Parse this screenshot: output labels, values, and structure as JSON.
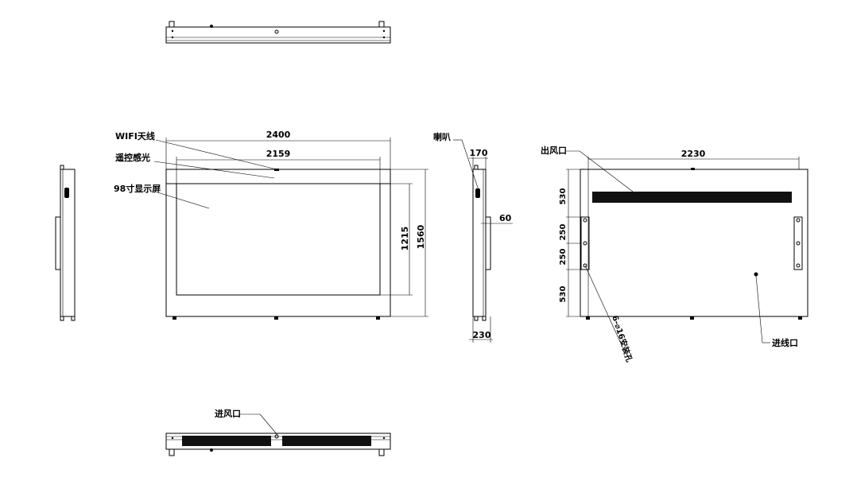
{
  "labels": {
    "wifi": "WIFI天线",
    "remote": "遥控感光",
    "screen": "98寸显示屏",
    "speaker": "喇叭",
    "outlet_air": "出风口",
    "inlet_air": "进风口",
    "cable_inlet": "进线口",
    "mount_holes": "6-⌀16安装孔"
  },
  "dimensions": {
    "overall_width": "2400",
    "screen_width": "2159",
    "screen_height": "1215",
    "overall_height": "1560",
    "depth_top": "170",
    "bracket_depth": "60",
    "depth_bottom": "230",
    "back_width": "2230",
    "back_v1": "530",
    "back_v2": "250",
    "back_v3": "250",
    "back_v4": "530"
  }
}
